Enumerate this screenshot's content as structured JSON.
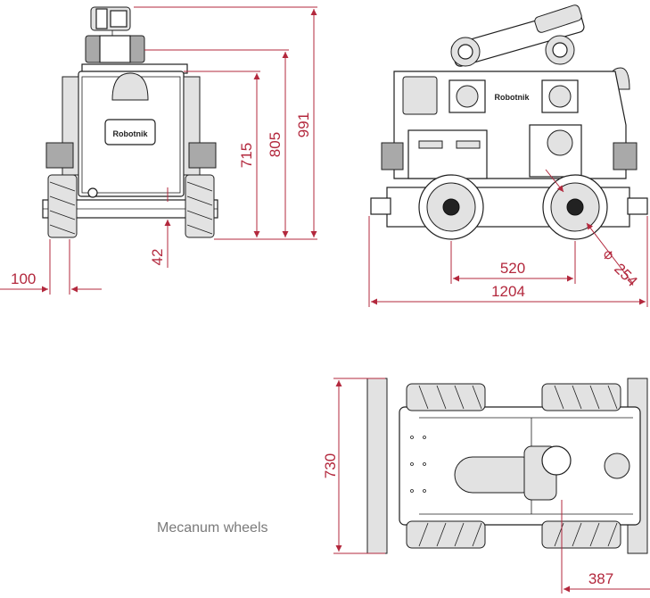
{
  "dimensions": {
    "front_overall_height": "991",
    "front_mid_height": "805",
    "front_body_height": "715",
    "ground_clearance": "42",
    "front_wheel_offset": "100",
    "side_wheelbase": "520",
    "side_overall_length": "1204",
    "wheel_diameter_symbol": "⌀",
    "wheel_diameter": "254",
    "top_width": "730",
    "top_offset": "387"
  },
  "labels": {
    "mecanum_caption": "Mecanum wheels",
    "brand": "Robotnik"
  },
  "colors": {
    "dimension": "#b3283d",
    "linework": "#1f1f1f",
    "caption": "#7a7a7a"
  }
}
